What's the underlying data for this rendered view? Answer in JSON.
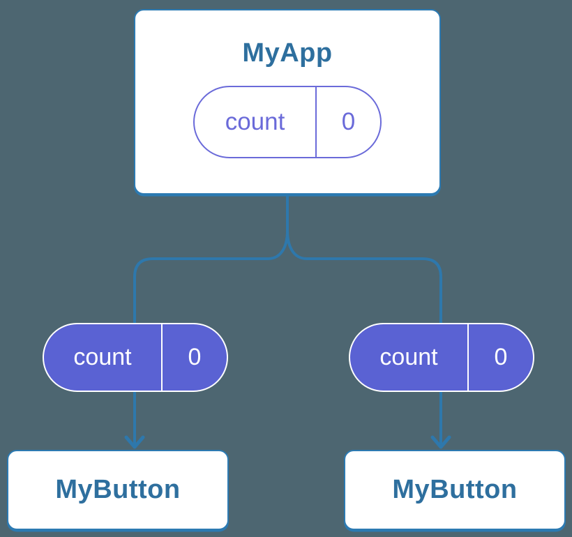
{
  "colors": {
    "background": "#4d6671",
    "connector": "#2e78ac",
    "card_border": "#2c7ab2",
    "card_fill": "#ffffff",
    "title_text": "#2e6f9e",
    "state_purple": "#6a6ad9",
    "prop_pill_fill": "#5a62d3",
    "prop_pill_text": "#ffffff"
  },
  "diagram": {
    "root": {
      "name": "MyApp",
      "state": {
        "key": "count",
        "value": "0"
      }
    },
    "children": [
      {
        "name": "MyButton",
        "prop": {
          "key": "count",
          "value": "0"
        }
      },
      {
        "name": "MyButton",
        "prop": {
          "key": "count",
          "value": "0"
        }
      }
    ]
  }
}
